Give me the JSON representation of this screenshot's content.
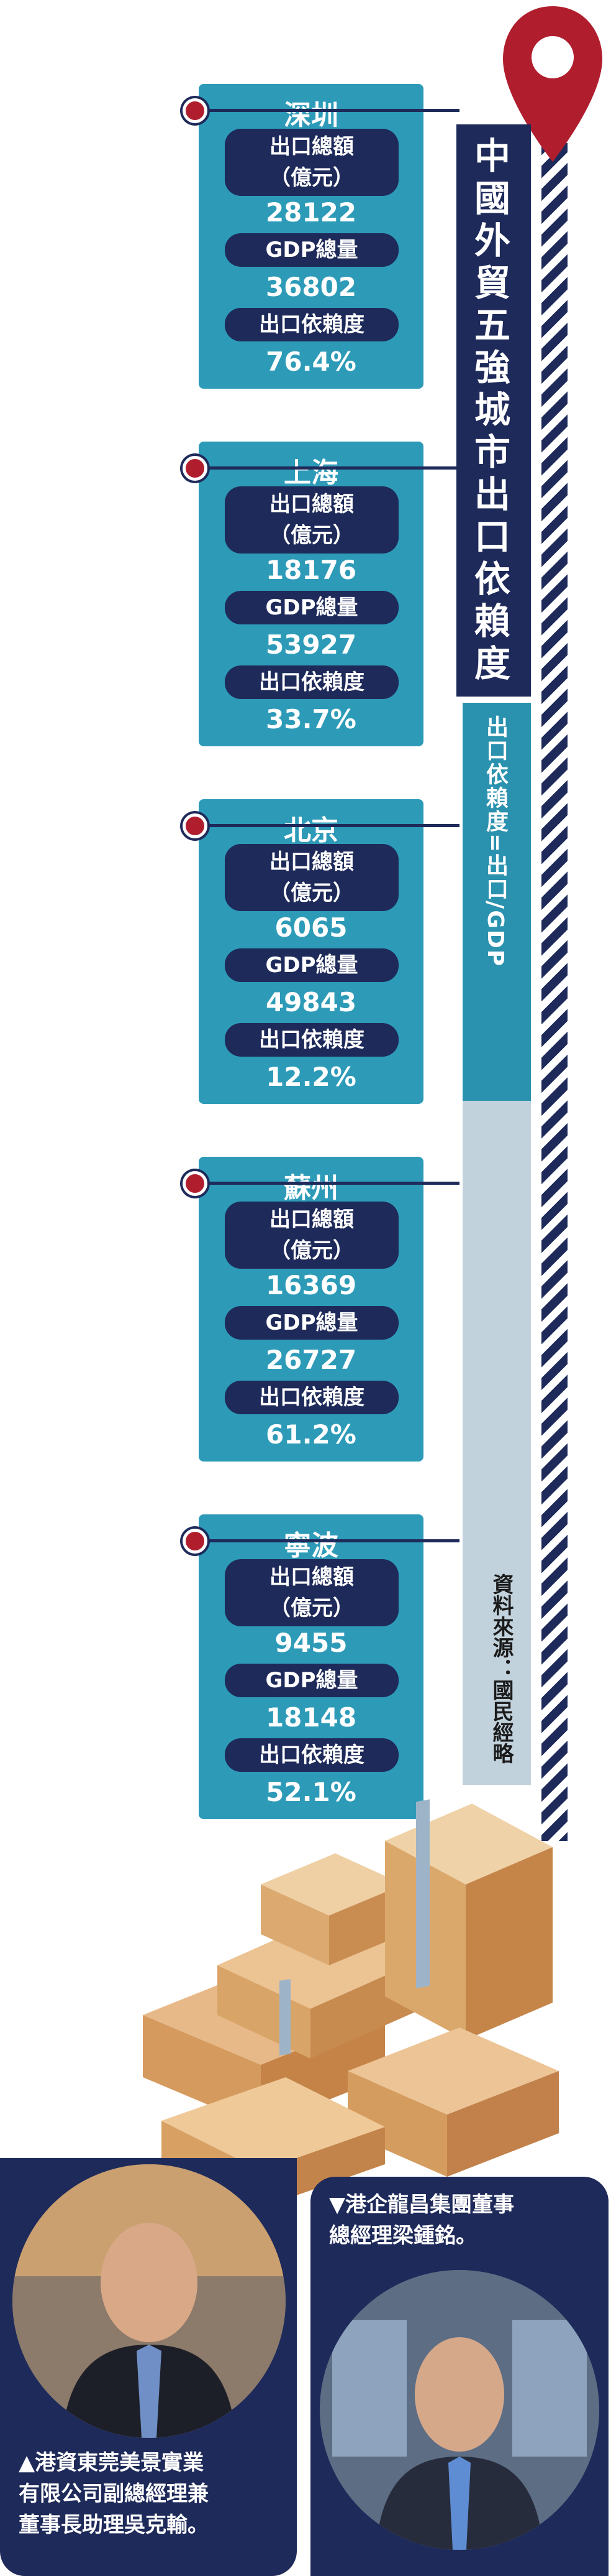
{
  "chart_data": {
    "type": "table",
    "title": "中國外貿五強城市出口依賴度",
    "formula": "出口依賴度=出口/GDP",
    "source": "資料來源：國民經略",
    "labels": {
      "export_line1": "出口總額",
      "export_line2": "（億元）",
      "gdp": "GDP總量",
      "dependency": "出口依賴度"
    },
    "cities": [
      {
        "name": "深圳",
        "export": "28122",
        "gdp": "36802",
        "dependency": "76.4%"
      },
      {
        "name": "上海",
        "export": "18176",
        "gdp": "53927",
        "dependency": "33.7%"
      },
      {
        "name": "北京",
        "export": "6065",
        "gdp": "49843",
        "dependency": "12.2%"
      },
      {
        "name": "蘇州",
        "export": "16369",
        "gdp": "26727",
        "dependency": "61.2%"
      },
      {
        "name": "寧波",
        "export": "9455",
        "gdp": "18148",
        "dependency": "52.1%"
      }
    ]
  },
  "colors": {
    "navy": "#1e2a5a",
    "teal": "#2d9bb8",
    "red": "#b01e2e",
    "light": "#c2d2dc"
  },
  "photos": [
    {
      "caption_lines": [
        "▲港資東莞美景實業",
        "有限公司副總經理兼",
        "董事長助理吳克輸。"
      ]
    },
    {
      "caption_lines": [
        "▼港企龍昌集團董事",
        "總經理梁鍾銘。"
      ]
    }
  ]
}
